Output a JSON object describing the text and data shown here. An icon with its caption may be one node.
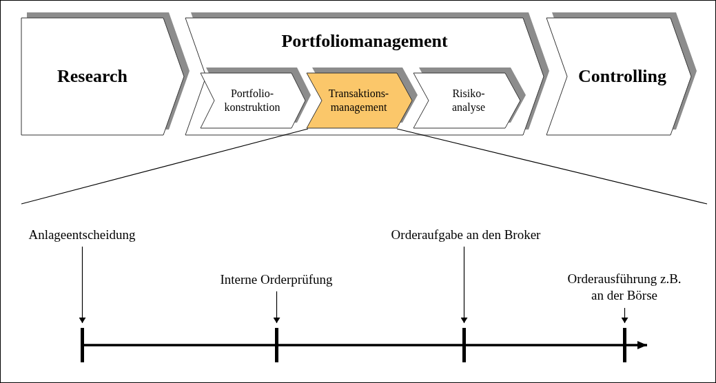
{
  "diagram": {
    "nodes": [
      {
        "text": [
          "Research"
        ]
      },
      {
        "text": [
          "Portfoliomanagement"
        ]
      },
      {
        "text": [
          "Portfolio- konstruktion"
        ],
        "in": 1
      },
      {
        "text": [
          "Transaktions- management"
        ],
        "in": 1
      },
      {
        "text": [
          "Risiko- analyse"
        ],
        "in": 1
      },
      {
        "text": [
          "Controlling"
        ]
      },
      {
        "text": [
          "Anlageentscheidung"
        ]
      },
      {
        "text": [],
        "shape": "bar"
      },
      {
        "text": [
          "Interne Orderprüfung"
        ]
      },
      {
        "text": [],
        "shape": "bar"
      },
      {
        "text": [
          "Orderaufgabe an den Broker"
        ]
      },
      {
        "text": [],
        "shape": "bar"
      },
      {
        "text": [
          "Orderausführung z.B. an der Börse"
        ]
      },
      {
        "text": [],
        "shape": "bar"
      }
    ],
    "edges": [
      {
        "from": 3,
        "to": null,
        "arrow": "none"
      },
      {
        "from": 3,
        "to": null,
        "arrow": "none"
      },
      {
        "from": 6,
        "to": 7,
        "arrow": "to"
      },
      {
        "from": 8,
        "to": 9,
        "arrow": "to"
      },
      {
        "from": 10,
        "to": 11,
        "arrow": "to"
      },
      {
        "from": 12,
        "to": 13,
        "arrow": "to"
      }
    ]
  }
}
